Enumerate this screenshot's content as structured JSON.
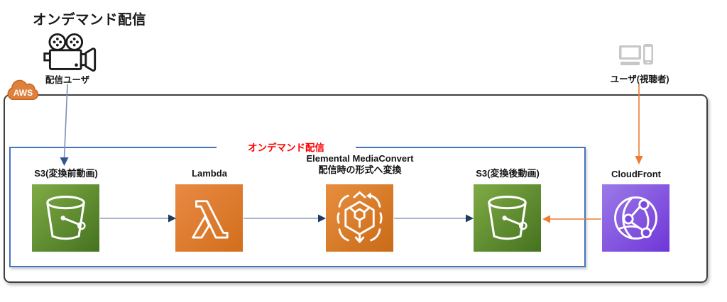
{
  "title": "オンデマンド配信",
  "external_actors": {
    "broadcaster": {
      "label": "配信ユーザ",
      "icon": "video-camera"
    },
    "viewer": {
      "label": "ユーザ(視聴者)",
      "icon": "desktop-and-mobile"
    }
  },
  "aws_cloud": {
    "badge_label": "AWS",
    "badge_color": "#DF803D",
    "border_color": "#3f3f3f"
  },
  "delivery_group": {
    "label": "オンデマンド配信",
    "label_color": "#FF0000",
    "border_color": "#4472C4"
  },
  "services": {
    "s3_source": {
      "label": "S3(変換前動画)",
      "icon": "s3-bucket",
      "color_top": "#7FAB46",
      "color_bottom": "#45721F"
    },
    "lambda": {
      "label": "Lambda",
      "icon": "lambda",
      "color_top": "#E98A43",
      "color_bottom": "#D26E1D"
    },
    "mediaconvert": {
      "label_line1": "Elemental MediaConvert",
      "label_line2": "配信時の形式へ変換",
      "icon": "mediaconvert",
      "color_top": "#E78F3F",
      "color_bottom": "#C96A16"
    },
    "s3_output": {
      "label": "S3(変換後動画)",
      "icon": "s3-bucket",
      "color_top": "#7FAB46",
      "color_bottom": "#45721F"
    },
    "cloudfront": {
      "label": "CloudFront",
      "icon": "cloudfront-globe",
      "color_top": "#9C7AE8",
      "color_bottom": "#6F36D8"
    }
  },
  "edges": [
    {
      "from": "broadcaster",
      "to": "s3_source",
      "color": "#2F5597",
      "line_color": "#7A90B8"
    },
    {
      "from": "s3_source",
      "to": "lambda",
      "color": "#1E3A5F",
      "line_color": "#8A9BB8"
    },
    {
      "from": "lambda",
      "to": "mediaconvert",
      "color": "#1E3A5F",
      "line_color": "#8A9BB8"
    },
    {
      "from": "mediaconvert",
      "to": "s3_output",
      "color": "#1E3A5F",
      "line_color": "#8A9BB8"
    },
    {
      "from": "cloudfront",
      "to": "s3_output",
      "color": "#ED7D31",
      "line_color": "#ED7D31"
    },
    {
      "from": "viewer",
      "to": "cloudfront",
      "color": "#ED7D31",
      "line_color": "#ED7D31"
    }
  ]
}
